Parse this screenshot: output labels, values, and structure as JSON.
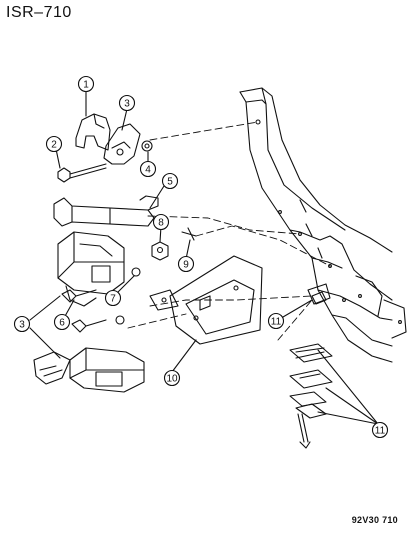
{
  "header": {
    "title": "ISR–710"
  },
  "footer": {
    "code": "92V30 710"
  },
  "callouts": [
    "1",
    "2",
    "3",
    "4",
    "5",
    "8",
    "9",
    "6",
    "7",
    "3",
    "11",
    "10",
    "11"
  ]
}
